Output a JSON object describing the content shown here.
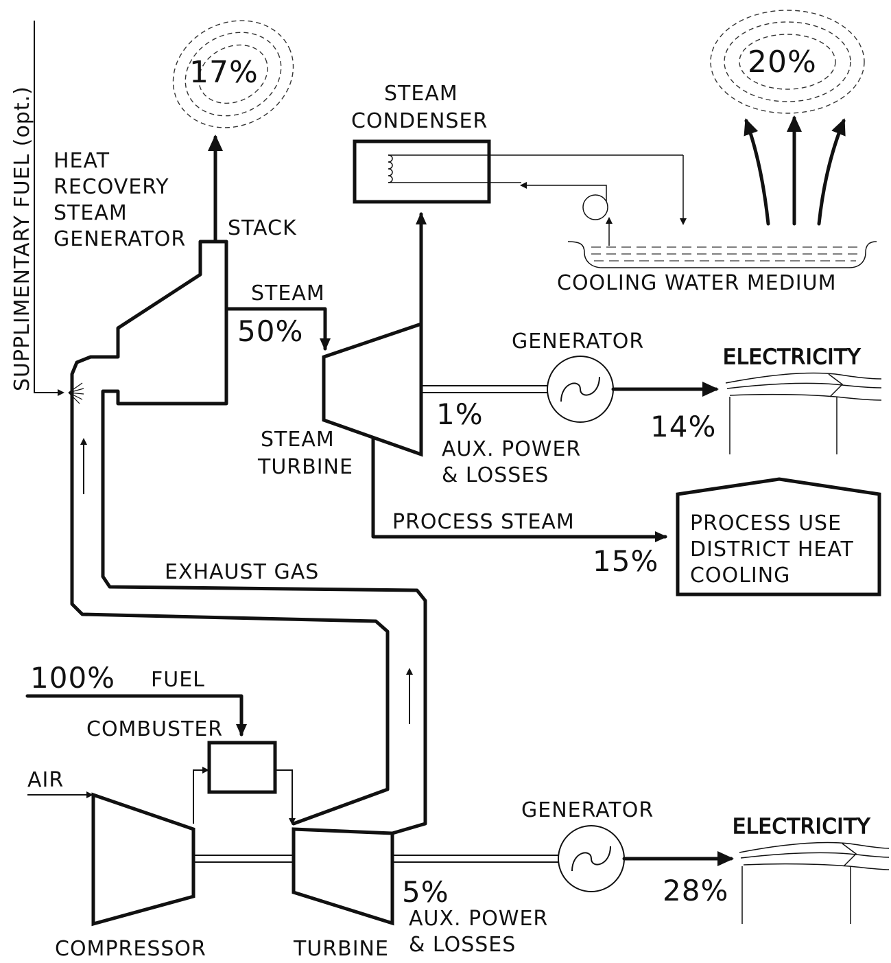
{
  "labels": {
    "supplementary_fuel": "SUPPLIMENTARY FUEL (opt.)",
    "hrsg_line1": "HEAT",
    "hrsg_line2": "RECOVERY",
    "hrsg_line3": "STEAM",
    "hrsg_line4": "GENERATOR",
    "stack": "STACK",
    "steam": "STEAM",
    "steam_condenser_line1": "STEAM",
    "steam_condenser_line2": "CONDENSER",
    "cooling_water": "COOLING WATER MEDIUM",
    "generator_top": "GENERATOR",
    "electricity_top": "ELECTRICITY",
    "steam_turbine_line1": "STEAM",
    "steam_turbine_line2": "TURBINE",
    "aux_top_line1": "AUX. POWER",
    "aux_top_line2": "& LOSSES",
    "process_steam": "PROCESS STEAM",
    "process_use_line1": "PROCESS USE",
    "process_use_line2": "DISTRICT HEAT",
    "process_use_line3": "COOLING",
    "exhaust_gas": "EXHAUST GAS",
    "fuel": "FUEL",
    "combuster": "COMBUSTER",
    "air": "AIR",
    "generator_bottom": "GENERATOR",
    "electricity_bottom": "ELECTRICITY",
    "aux_bottom_line1": "AUX. POWER",
    "aux_bottom_line2": "& LOSSES",
    "compressor": "COMPRESSOR",
    "turbine": "TURBINE"
  },
  "percentages": {
    "stack_loss": "17%",
    "condenser_loss": "20%",
    "steam": "50%",
    "aux_top": "1%",
    "electricity_top": "14%",
    "process_steam": "15%",
    "fuel": "100%",
    "aux_bottom": "5%",
    "electricity_bottom": "28%"
  },
  "icons": {
    "generator": "sine-wave-icon",
    "pump": "circle-pump-icon",
    "power_line": "power-line-icon",
    "loss_cloud": "hatched-cloud-icon"
  },
  "colors": {
    "ink": "#111111",
    "background": "#ffffff"
  }
}
